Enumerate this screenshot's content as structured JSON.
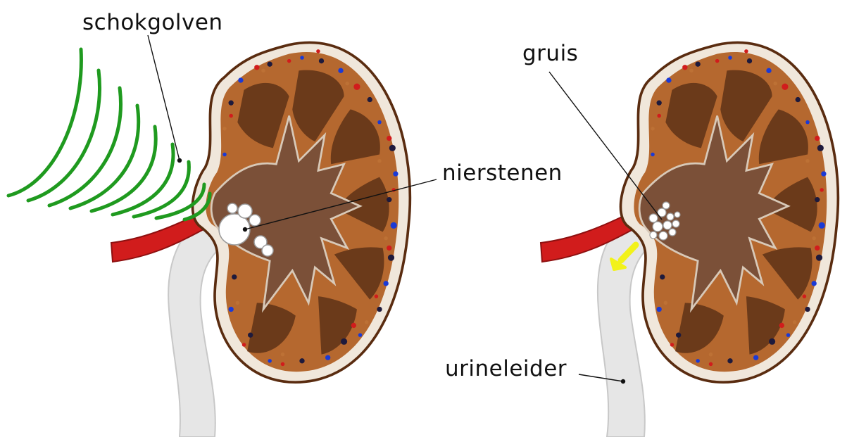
{
  "labels": {
    "shockwaves": "schokgolven",
    "stones": "nierstenen",
    "gravel": "gruis",
    "ureter": "urineleider"
  },
  "colors": {
    "cortex": "#b5682f",
    "cortex_edge": "#5a2c10",
    "capsule_light": "#f0e7db",
    "pyramid": "#6b3a1a",
    "pelvis": "#7b5038",
    "artery": "#d11c1c",
    "ureter": "#e6e6e6",
    "wave": "#1f9a1f",
    "arrow": "#f2f21a",
    "stone": "#ffffff"
  }
}
